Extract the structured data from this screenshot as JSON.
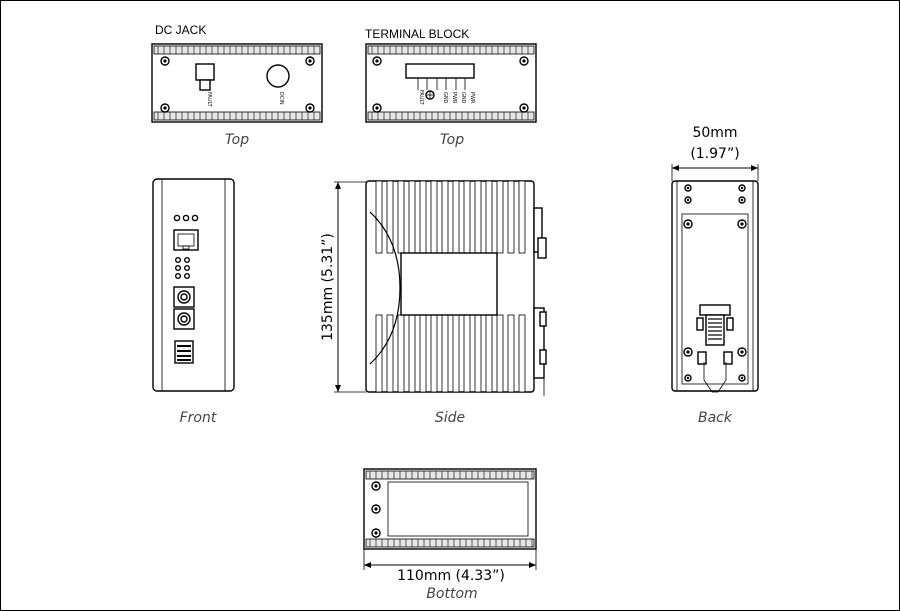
{
  "labels": {
    "dc_jack": "DC JACK",
    "terminal_block": "TERMINAL BLOCK",
    "top_dc": "Top",
    "top_tb": "Top",
    "front": "Front",
    "side": "Side",
    "back": "Back",
    "bottom": "Bottom"
  },
  "dimensions": {
    "width_mm": "50mm",
    "width_in": "(1.97”)",
    "height": "135mm (5.31”)",
    "depth": "110mm (4.33”)"
  },
  "colors": {
    "line": "#000000",
    "panel_fill": "#d9d9d9",
    "view_label": "#444444"
  }
}
